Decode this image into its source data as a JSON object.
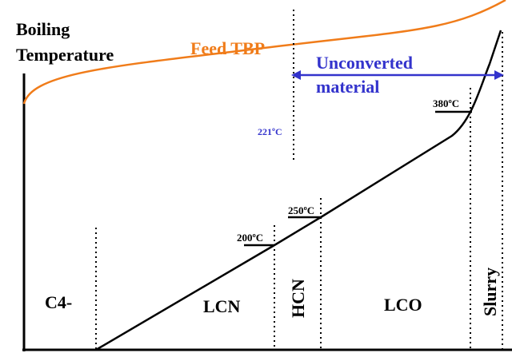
{
  "axis": {
    "y_title_line1": "Boiling",
    "y_title_line2": "Temperature"
  },
  "feed_curve": {
    "label": "Feed TBP",
    "color": "#f07c1a"
  },
  "unconverted": {
    "label_line1": "Unconverted",
    "label_line2": "material",
    "color": "#3333cc",
    "cut_temp": "221ºC"
  },
  "cut_points": [
    {
      "id": "lcn_hcn",
      "label": "200ºC"
    },
    {
      "id": "hcn_lco",
      "label": "250ºC"
    },
    {
      "id": "lco_slurry",
      "label": "380ºC"
    }
  ],
  "fractions": [
    {
      "id": "c4",
      "label": "C4-"
    },
    {
      "id": "lcn",
      "label": "LCN"
    },
    {
      "id": "hcn",
      "label": "HCN"
    },
    {
      "id": "lco",
      "label": "LCO"
    },
    {
      "id": "slurry",
      "label": "Slurry"
    }
  ],
  "colors": {
    "line": "#000000",
    "feed": "#f07c1a",
    "unconverted": "#3333cc"
  }
}
